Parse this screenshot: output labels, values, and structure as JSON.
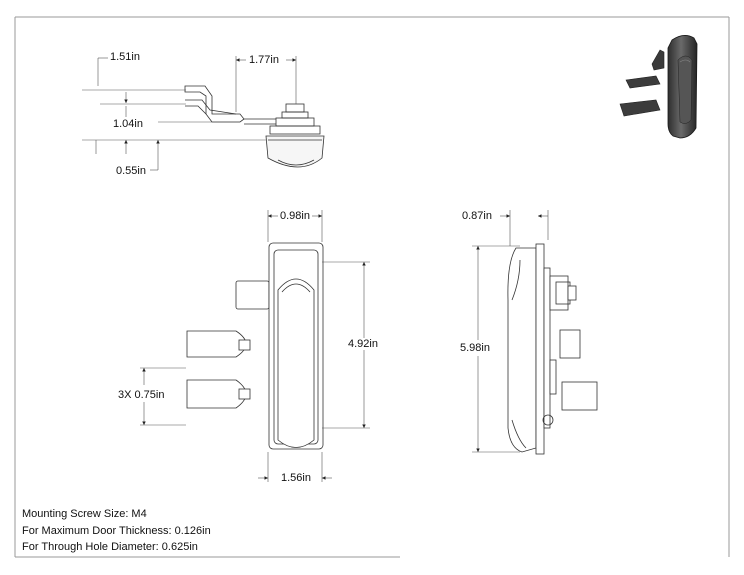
{
  "dimensions": {
    "top_width": "1.51in",
    "top_depth": "1.77in",
    "top_arm_offset": "1.04in",
    "top_base_height": "0.55in",
    "front_width_top": "0.98in",
    "front_height": "4.92in",
    "front_width_bottom": "1.56in",
    "front_tab_spacing": "3X 0.75in",
    "side_depth": "0.87in",
    "side_height": "5.98in"
  },
  "notes": {
    "screw_size": "Mounting Screw Size: M4",
    "door_thickness": "For Maximum Door Thickness: 0.126in",
    "hole_diameter": "For Through Hole Diameter: 0.625in"
  }
}
